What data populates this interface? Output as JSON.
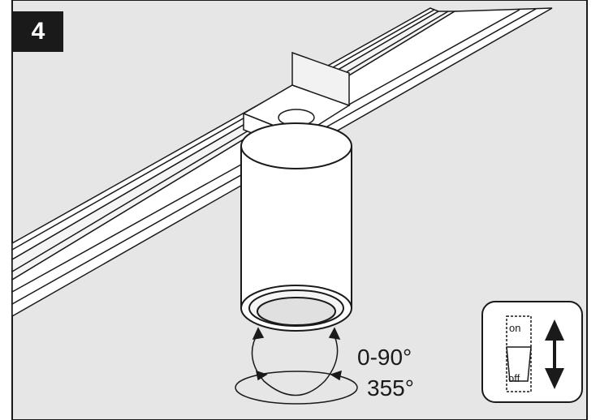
{
  "step_number": "4",
  "rotation": {
    "tilt_label": "0-90°",
    "pan_label": "355°"
  },
  "switch": {
    "on_label": "on",
    "off_label": "off"
  },
  "colors": {
    "background": "#e6e6e6",
    "line": "#1a1a1a",
    "badge": "#1a1a1a"
  }
}
